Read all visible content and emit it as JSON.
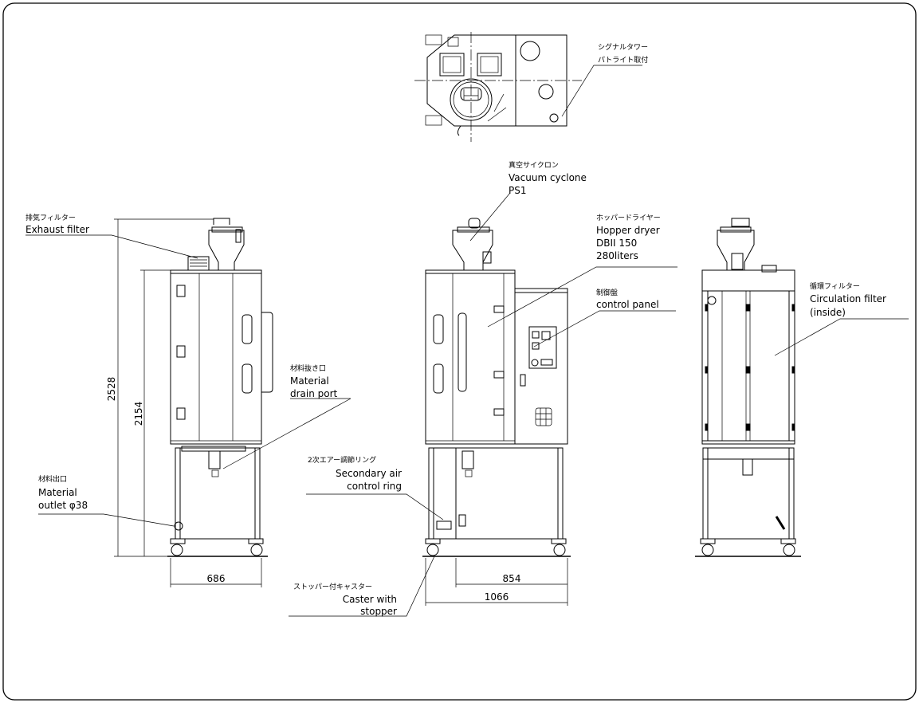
{
  "labels": {
    "signal_tower_jp1": "シグナルタワー",
    "signal_tower_jp2": "パトライト取付",
    "cyclone_jp": "真空サイクロン",
    "cyclone_en1": "Vacuum cyclone",
    "cyclone_en2": "PS1",
    "hopper_jp": "ホッパードライヤー",
    "hopper_en1": "Hopper dryer",
    "hopper_en2": "DBII 150",
    "hopper_en3": "280liters",
    "panel_jp": "制御盤",
    "panel_en": "control panel",
    "exhaust_jp": "排気フィルター",
    "exhaust_en": "Exhaust filter",
    "drain_jp": "材料抜き口",
    "drain_en1": "Material",
    "drain_en2": "drain port",
    "outlet_jp": "材料出口",
    "outlet_en1": "Material",
    "outlet_en2": "outlet φ38",
    "secondary_jp": "2次エアー調節リング",
    "secondary_en1": "Secondary air",
    "secondary_en2": "control ring",
    "caster_jp": "ストッパー付キャスター",
    "caster_en1": "Caster with",
    "caster_en2": "stopper",
    "circ_jp": "循環フィルター",
    "circ_en1": "Circulation filter",
    "circ_en2": "(inside)"
  },
  "dimensions": {
    "total_height": "2528",
    "body_height": "2154",
    "side_width": "686",
    "front_inner_width": "854",
    "front_total_width": "1066"
  }
}
